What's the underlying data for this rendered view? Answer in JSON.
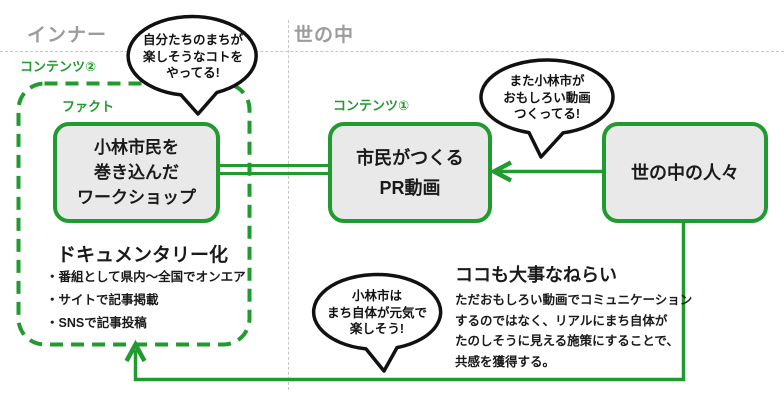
{
  "colors": {
    "green": "#219a2f",
    "zone_label_gray": "#9c9c9c",
    "box_fill": "#e9e9e9",
    "bubble_border": "#111111",
    "divider_gray": "#c6c6c6",
    "text": "#1a1a1a"
  },
  "zones": {
    "inner": "インナー",
    "world": "世の中"
  },
  "labels": {
    "content2": "コンテンツ②",
    "fact": "ファクト",
    "content1": "コンテンツ①"
  },
  "boxes": {
    "workshop": {
      "lines": [
        "小林市民を",
        "巻き込んだ",
        "ワークショップ"
      ]
    },
    "pr": {
      "lines": [
        "市民がつくる",
        "PR動画"
      ]
    },
    "people": {
      "label": "世の中の人々"
    }
  },
  "bubbles": {
    "b1": {
      "lines": [
        "自分たちのまちが",
        "楽しそうなコトを",
        "やってる!"
      ]
    },
    "b2": {
      "lines": [
        "また小林市が",
        "おもしろい動画",
        "つくってる!"
      ]
    },
    "b3": {
      "lines": [
        "小林市は",
        "まち自体が元気で",
        "楽しそう!"
      ]
    }
  },
  "documentary": {
    "heading": "ドキュメンタリー化",
    "bullets": [
      "・番組として県内〜全国でオンエア",
      "・サイトで記事掲載",
      "・SNSで記事投稿"
    ]
  },
  "aim": {
    "heading": "ココも大事なねらい",
    "lines": [
      "ただおもしろい動画でコミュニケーション",
      "するのではなく、リアルにまち自体が",
      "たのしそうに見える施策にすることで、",
      "共感を獲得する。"
    ]
  }
}
